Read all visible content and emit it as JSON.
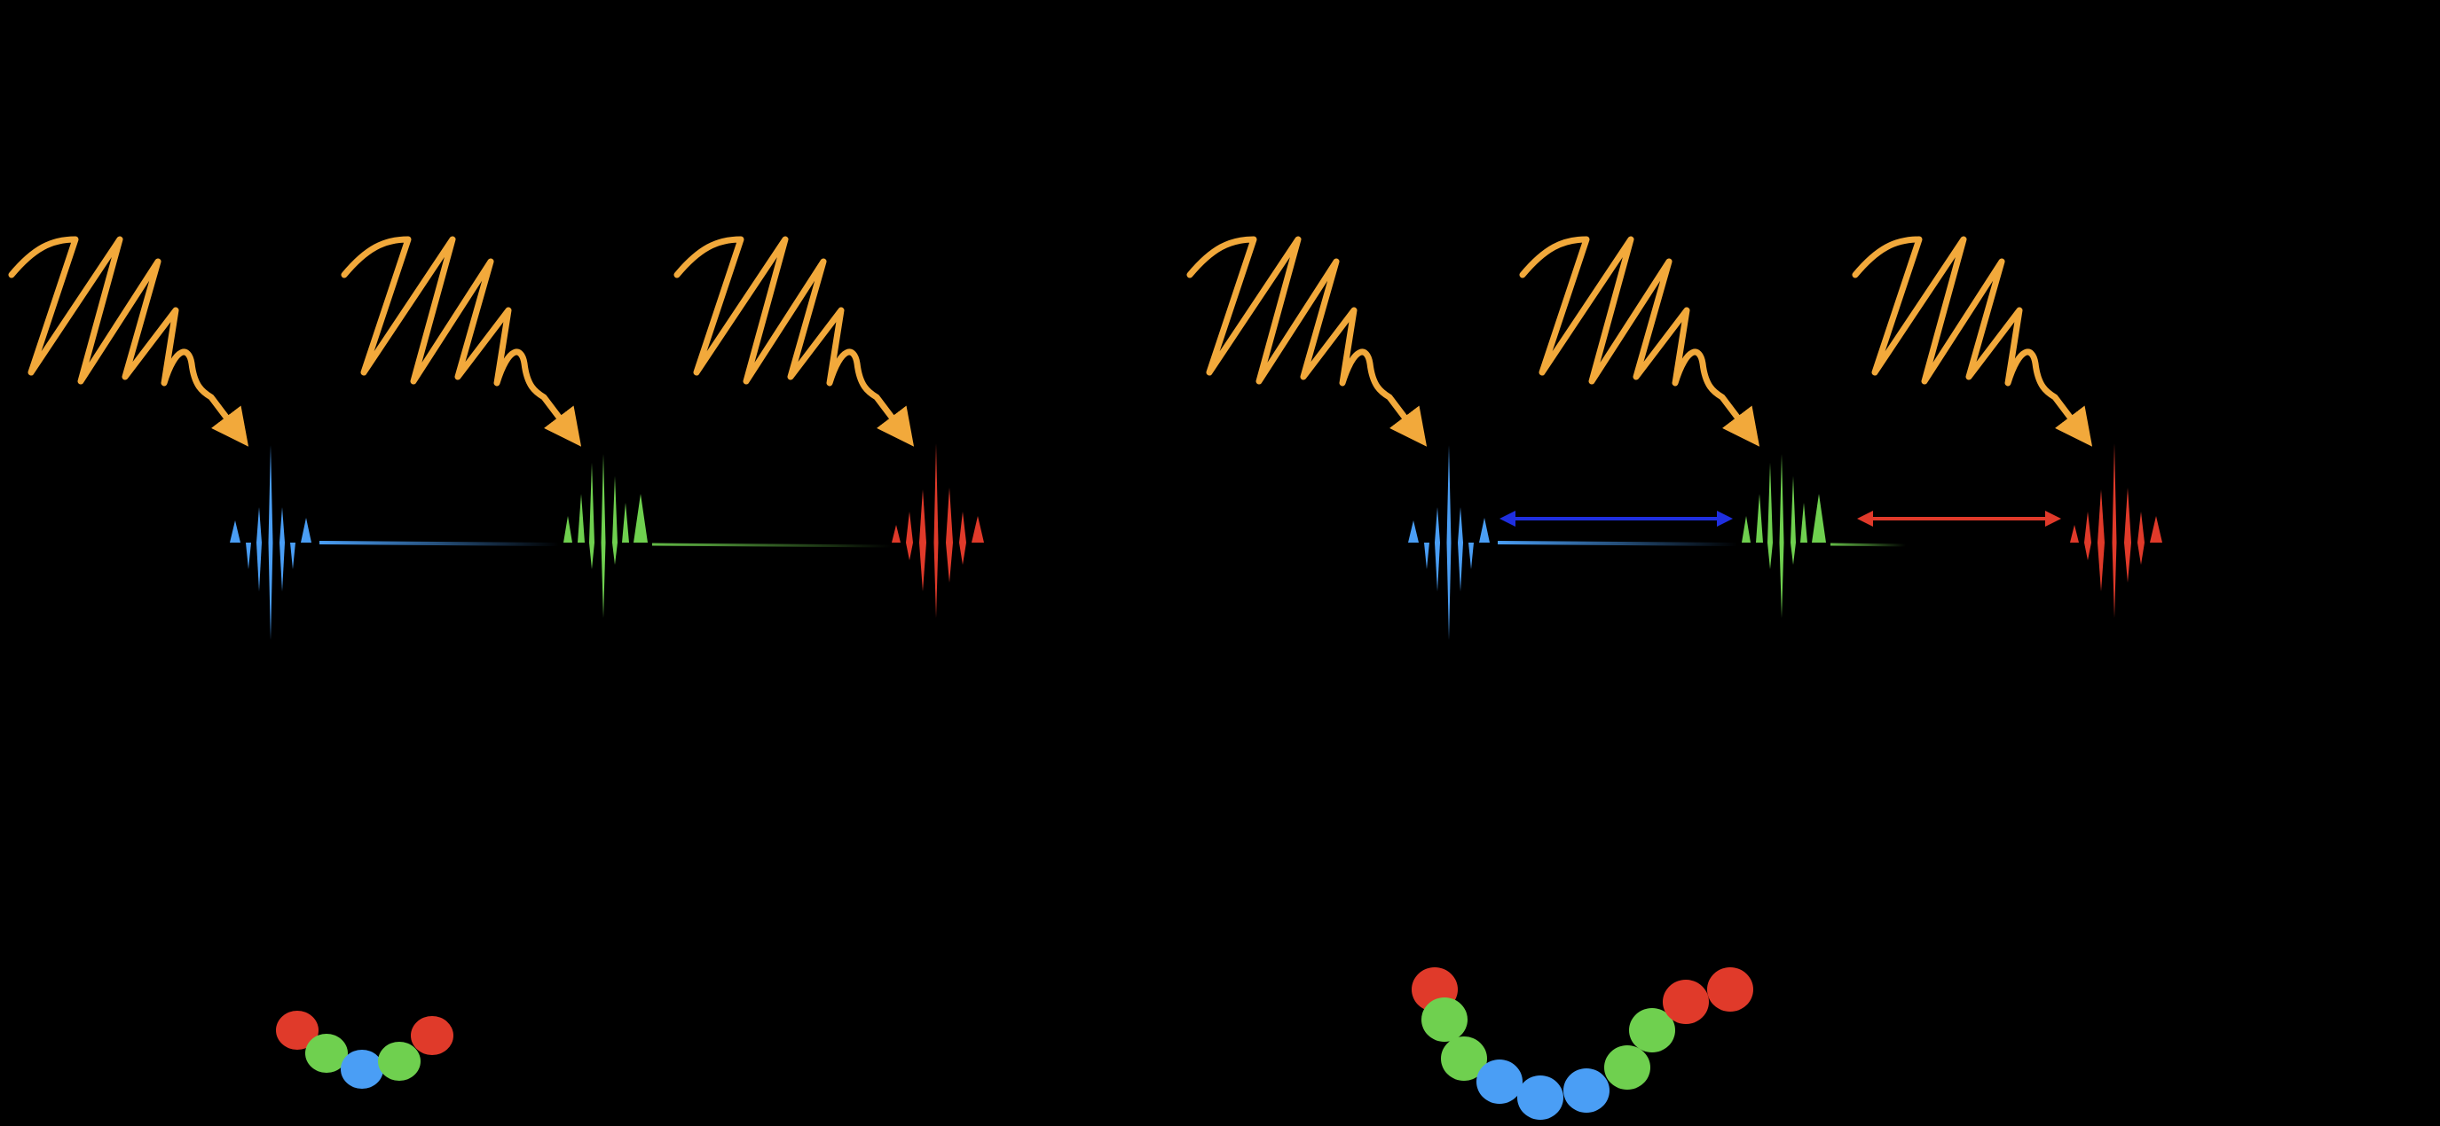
{
  "colors": {
    "background": "#000000",
    "photon": "#F2A93B",
    "blue": "#4A9EF5",
    "green": "#6FD04F",
    "red": "#E03A2A",
    "arrow_blue": "#1F2FE0",
    "arrow_red": "#E03A2A"
  },
  "panels": [
    {
      "name": "left-panel",
      "photons": [
        {
          "name": "photon-1",
          "target": "blue"
        },
        {
          "name": "photon-2",
          "target": "green"
        },
        {
          "name": "photon-3",
          "target": "red"
        }
      ],
      "wave_packets": [
        "blue",
        "green",
        "red"
      ],
      "double_arrows": [],
      "molecule_chain": [
        "red",
        "green",
        "blue",
        "green",
        "red"
      ]
    },
    {
      "name": "right-panel",
      "photons": [
        {
          "name": "photon-1",
          "target": "blue"
        },
        {
          "name": "photon-2",
          "target": "green"
        },
        {
          "name": "photon-3",
          "target": "red"
        }
      ],
      "wave_packets": [
        "blue",
        "green",
        "red"
      ],
      "double_arrows": [
        {
          "name": "blue-green-delay-arrow",
          "color": "arrow_blue"
        },
        {
          "name": "green-red-delay-arrow",
          "color": "arrow_red"
        }
      ],
      "molecule_chain": [
        "red",
        "green",
        "green",
        "blue",
        "blue",
        "blue",
        "green",
        "green",
        "red",
        "red"
      ]
    }
  ]
}
